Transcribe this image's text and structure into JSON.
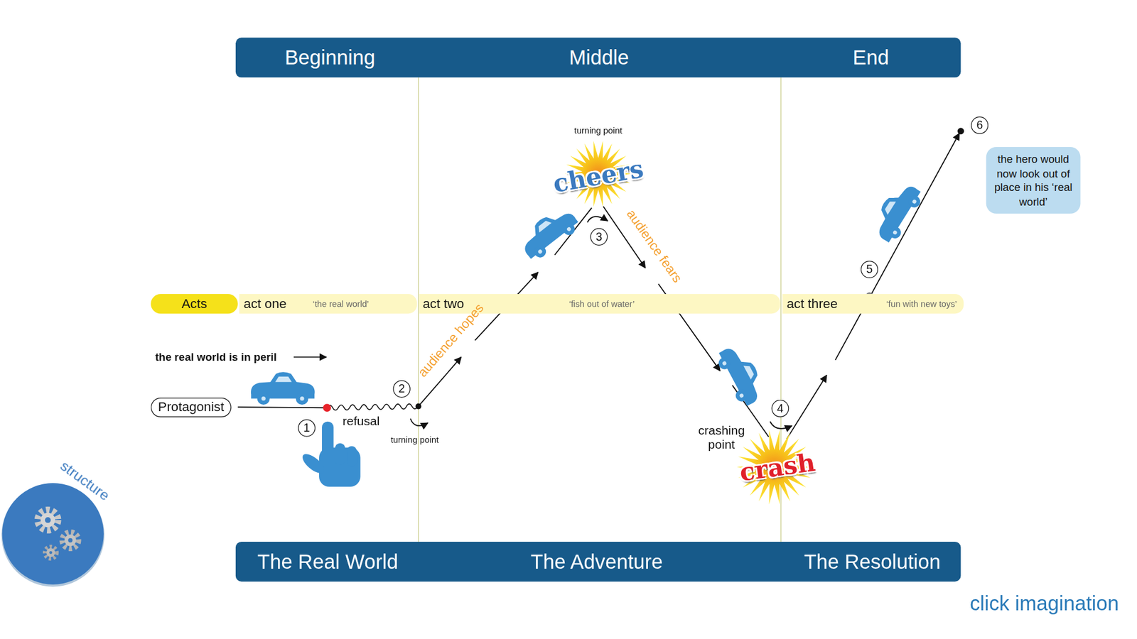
{
  "diagram": {
    "nodes": [
      {
        "text": [
          "Beginning",
          "Middle",
          "End"
        ]
      },
      {
        "text": [
          "Acts"
        ]
      },
      {
        "text": [
          "act one",
          "‘the real world’"
        ]
      },
      {
        "text": [
          "act two",
          "‘fish out of water’"
        ]
      },
      {
        "text": [
          "act three",
          "‘fun with new toys’"
        ]
      },
      {
        "text": [
          "Protagonist"
        ]
      },
      {
        "text": [
          "the hero would now look out of place in his ‘real world’"
        ]
      },
      {
        "text": [
          "The Real World",
          "The Adventure",
          "The Resolution"
        ]
      }
    ],
    "labels": [
      "the real world is in peril",
      "1",
      "refusal",
      "2",
      "turning point",
      "audience hopes",
      "turning point",
      "cheers",
      "3",
      "audience fears",
      "4",
      "crashing point",
      "crash",
      "5",
      "6",
      "structure",
      "click imagination"
    ]
  }
}
